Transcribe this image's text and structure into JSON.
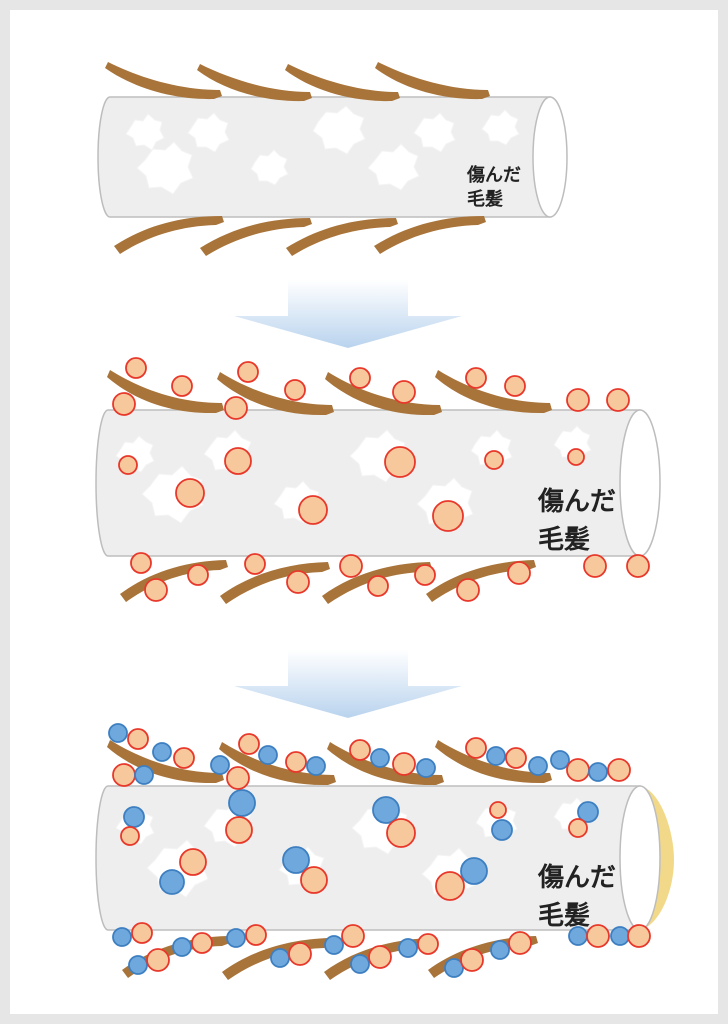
{
  "panels": [
    {
      "label_line1": "傷んだ",
      "label_line2": "毛髪",
      "stage": "damaged"
    },
    {
      "label_line1": "傷んだ",
      "label_line2": "毛髪",
      "stage": "orange-particles"
    },
    {
      "label_line1": "傷んだ",
      "label_line2": "毛髪",
      "stage": "orange-and-blue-particles"
    }
  ],
  "colors": {
    "cuticle": "#a9743a",
    "hair_fill": "#eeeeee",
    "hair_stroke": "#bdbdbd",
    "orange_fill": "#f7c89c",
    "orange_stroke": "#e8382b",
    "blue_fill": "#6fa8dc",
    "blue_stroke": "#3d7fc1",
    "arrow": "#cfe1f3",
    "coating": "#f2d98a"
  },
  "arrow_icons": [
    "down-arrow-icon",
    "down-arrow-icon"
  ]
}
